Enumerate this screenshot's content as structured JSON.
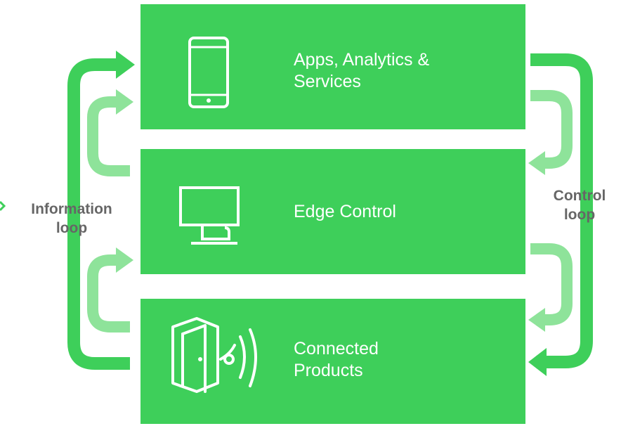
{
  "diagram": {
    "layers": [
      {
        "label_line1": "Apps, Analytics &",
        "label_line2": "Services",
        "icon": "smartphone-icon"
      },
      {
        "label_line1": "Edge Control",
        "label_line2": "",
        "icon": "monitor-icon"
      },
      {
        "label_line1": "Connected",
        "label_line2": "Products",
        "icon": "connected-door-icon"
      }
    ],
    "left_loop": {
      "line1": "Information",
      "line2": "loop"
    },
    "right_loop": {
      "line1": "Control",
      "line2": "loop"
    },
    "colors": {
      "block": "#3ecf5a",
      "arrow_dark": "#3ecf5a",
      "arrow_light": "#8ee39a",
      "loop_text": "#666666"
    }
  }
}
